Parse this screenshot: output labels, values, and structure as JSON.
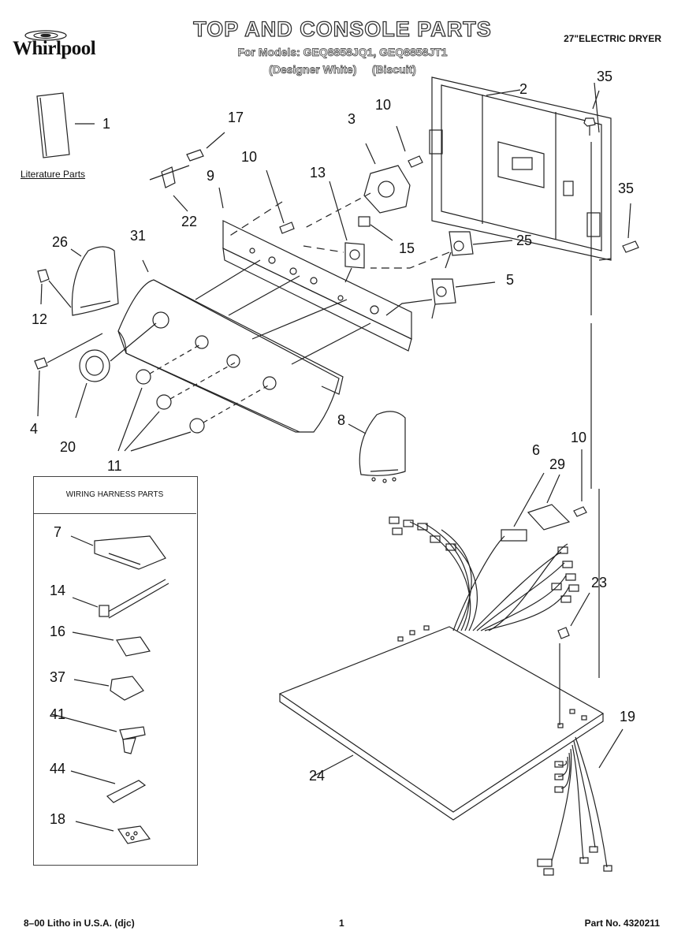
{
  "brand": {
    "name": "Whirlpool"
  },
  "header": {
    "title": "TOP AND CONSOLE PARTS",
    "models": "For Models: GEQ8858JQ1, GEQ8858JT1",
    "finishes": "(Designer White)     (Biscuit)",
    "product": "27\"ELECTRIC DRYER"
  },
  "literature_label": "Literature Parts",
  "harness_box_title": "WIRING HARNESS PARTS",
  "callouts": [
    {
      "id": "c1",
      "text": "1"
    },
    {
      "id": "c2",
      "text": "2"
    },
    {
      "id": "c3",
      "text": "3"
    },
    {
      "id": "c4",
      "text": "4"
    },
    {
      "id": "c5",
      "text": "5"
    },
    {
      "id": "c6",
      "text": "6"
    },
    {
      "id": "c7",
      "text": "7"
    },
    {
      "id": "c8",
      "text": "8"
    },
    {
      "id": "c9",
      "text": "9"
    },
    {
      "id": "c10a",
      "text": "10"
    },
    {
      "id": "c10b",
      "text": "10"
    },
    {
      "id": "c10c",
      "text": "10"
    },
    {
      "id": "c11",
      "text": "11"
    },
    {
      "id": "c12",
      "text": "12"
    },
    {
      "id": "c13",
      "text": "13"
    },
    {
      "id": "c14",
      "text": "14"
    },
    {
      "id": "c15",
      "text": "15"
    },
    {
      "id": "c16",
      "text": "16"
    },
    {
      "id": "c17",
      "text": "17"
    },
    {
      "id": "c18",
      "text": "18"
    },
    {
      "id": "c19",
      "text": "19"
    },
    {
      "id": "c20",
      "text": "20"
    },
    {
      "id": "c22",
      "text": "22"
    },
    {
      "id": "c23",
      "text": "23"
    },
    {
      "id": "c24",
      "text": "24"
    },
    {
      "id": "c25",
      "text": "25"
    },
    {
      "id": "c26",
      "text": "26"
    },
    {
      "id": "c29",
      "text": "29"
    },
    {
      "id": "c31",
      "text": "31"
    },
    {
      "id": "c35a",
      "text": "35"
    },
    {
      "id": "c35b",
      "text": "35"
    },
    {
      "id": "c37",
      "text": "37"
    },
    {
      "id": "c41",
      "text": "41"
    },
    {
      "id": "c44",
      "text": "44"
    }
  ],
  "footer": {
    "left": "8–00 Litho in U.S.A. (djc)",
    "center": "1",
    "right": "Part No. 4320211"
  }
}
